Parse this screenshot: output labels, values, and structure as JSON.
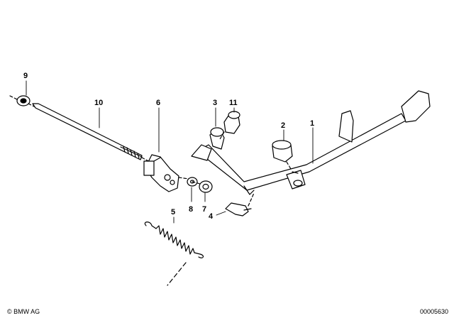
{
  "callouts": {
    "c1": "1",
    "c2": "2",
    "c3": "3",
    "c4": "4",
    "c5": "5",
    "c6": "6",
    "c7": "7",
    "c8": "8",
    "c9": "9",
    "c10": "10",
    "c11": "11"
  },
  "footer": {
    "copyright": "© BMW AG",
    "document_number": "00005630"
  }
}
